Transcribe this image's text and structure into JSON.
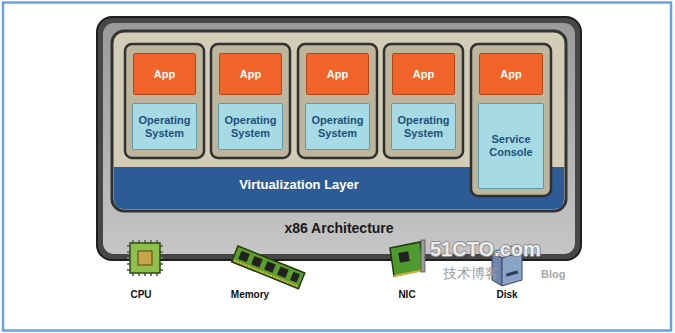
{
  "diagram": {
    "nodes": [
      {
        "text": [
          "x86 Architecture"
        ]
      },
      {
        "text": [
          "Virtualization Layer"
        ],
        "in": 0
      },
      {
        "text": [
          "App"
        ],
        "in": 1
      },
      {
        "text": [
          "Operating System"
        ],
        "in": 1
      },
      {
        "text": [
          "App"
        ],
        "in": 1
      },
      {
        "text": [
          "Operating System"
        ],
        "in": 1
      },
      {
        "text": [
          "App"
        ],
        "in": 1
      },
      {
        "text": [
          "Operating System"
        ],
        "in": 1
      },
      {
        "text": [
          "App"
        ],
        "in": 1
      },
      {
        "text": [
          "Operating System"
        ],
        "in": 1
      },
      {
        "text": [
          "App"
        ],
        "in": 1
      },
      {
        "text": [
          "Service Console"
        ],
        "in": 1
      }
    ],
    "labels": [
      "CPU",
      "Memory",
      "NIC",
      "Disk",
      "51CTO.com",
      "技术博客",
      "Blog"
    ]
  }
}
